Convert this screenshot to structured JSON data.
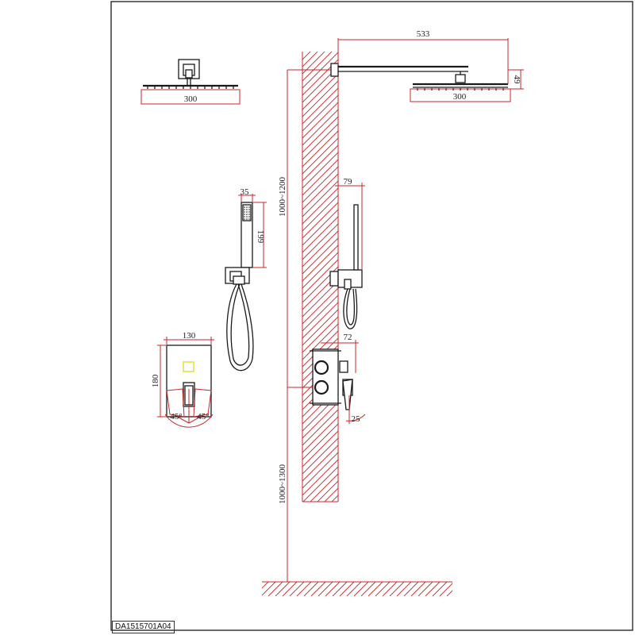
{
  "drawing_code": "DA1515701A04",
  "dimensions": {
    "head_width_left": "300",
    "arm_length": "533",
    "head_thickness": "49",
    "head_width_right": "300",
    "upper_height": "1000~1200",
    "handshower_width": "35",
    "handshower_height": "199",
    "bracket_depth": "79",
    "plate_width": "130",
    "plate_height": "180",
    "valve_depth": "72",
    "handle_offset": "25",
    "angle_left": "45°",
    "angle_right": "45°",
    "lower_height": "1000~1300"
  },
  "colors": {
    "line": "#1a1a1a",
    "dimension": "#c62828",
    "hatch": "#c62828",
    "accent": "#e6e04d",
    "valve_marker": "#7e57c2"
  }
}
